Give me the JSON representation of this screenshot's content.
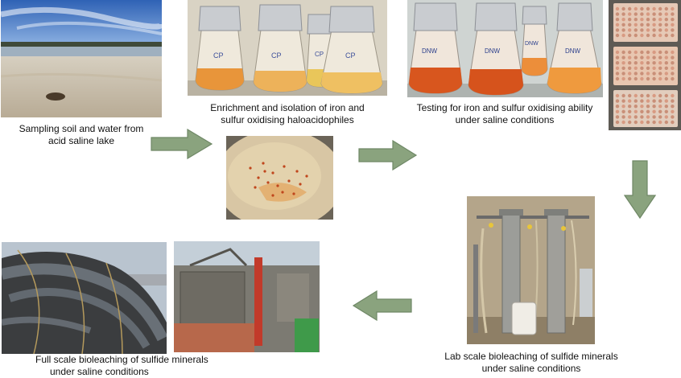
{
  "captions": {
    "sampling": [
      "Sampling soil and water from",
      "acid saline lake"
    ],
    "enrichment": [
      "Enrichment and isolation of iron and",
      "sulfur oxidising haloacidophiles"
    ],
    "testing": [
      "Testing for iron and sulfur oxidising ability",
      "under saline conditions"
    ],
    "lab_scale": [
      "Lab scale bioleaching of sulfide minerals",
      "under saline conditions"
    ],
    "full_scale": [
      "Full scale bioleaching of sulfide minerals",
      "under saline conditions"
    ]
  },
  "flask_labels": {
    "enrichment": [
      "CP",
      "CP",
      "CP",
      "CP"
    ],
    "testing": [
      "DNW",
      "DNW",
      "DNW",
      "DNW"
    ]
  },
  "colors": {
    "arrow_fill": "#8aa37e",
    "arrow_stroke": "#6f8866",
    "culture_orange": "#e8953a",
    "foil": "#c9ccd0"
  }
}
